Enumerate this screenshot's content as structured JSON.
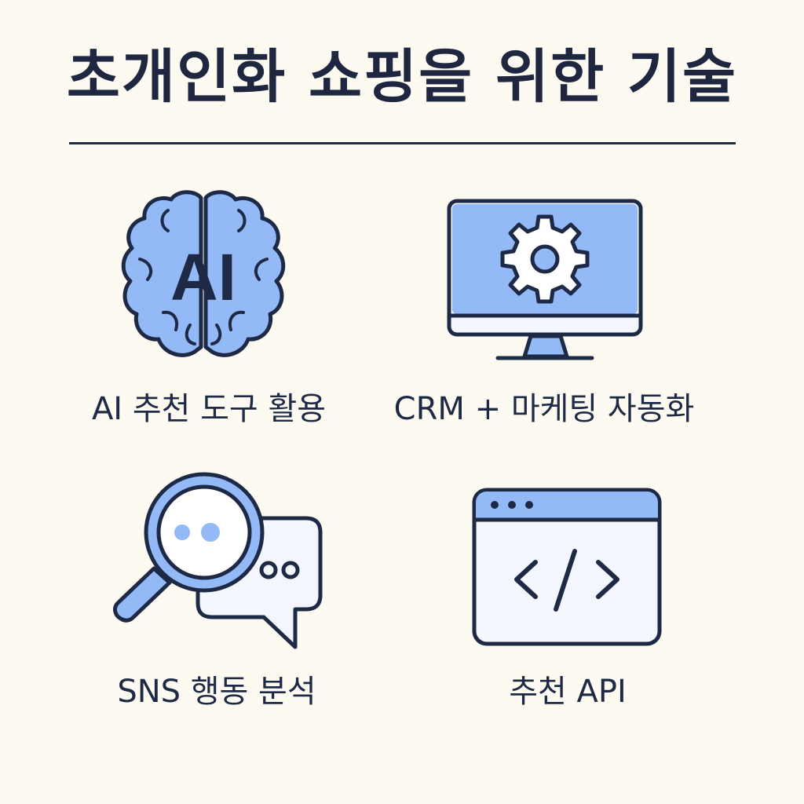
{
  "title": "초개인화 쇼핑을 위한 기술",
  "colors": {
    "background": "#fdfbf1",
    "accent": "#93b9f7",
    "outline": "#1e2a45",
    "panel": "#f3f7fd"
  },
  "items": [
    {
      "icon": "brain-ai-icon",
      "icon_text": "AI",
      "label": "AI 추천 도구 활용"
    },
    {
      "icon": "monitor-gear-icon",
      "label": "CRM + 마케팅 자동화"
    },
    {
      "icon": "magnifier-chat-icon",
      "label": "SNS 행동 분석"
    },
    {
      "icon": "browser-code-icon",
      "label": "추천 API"
    }
  ]
}
